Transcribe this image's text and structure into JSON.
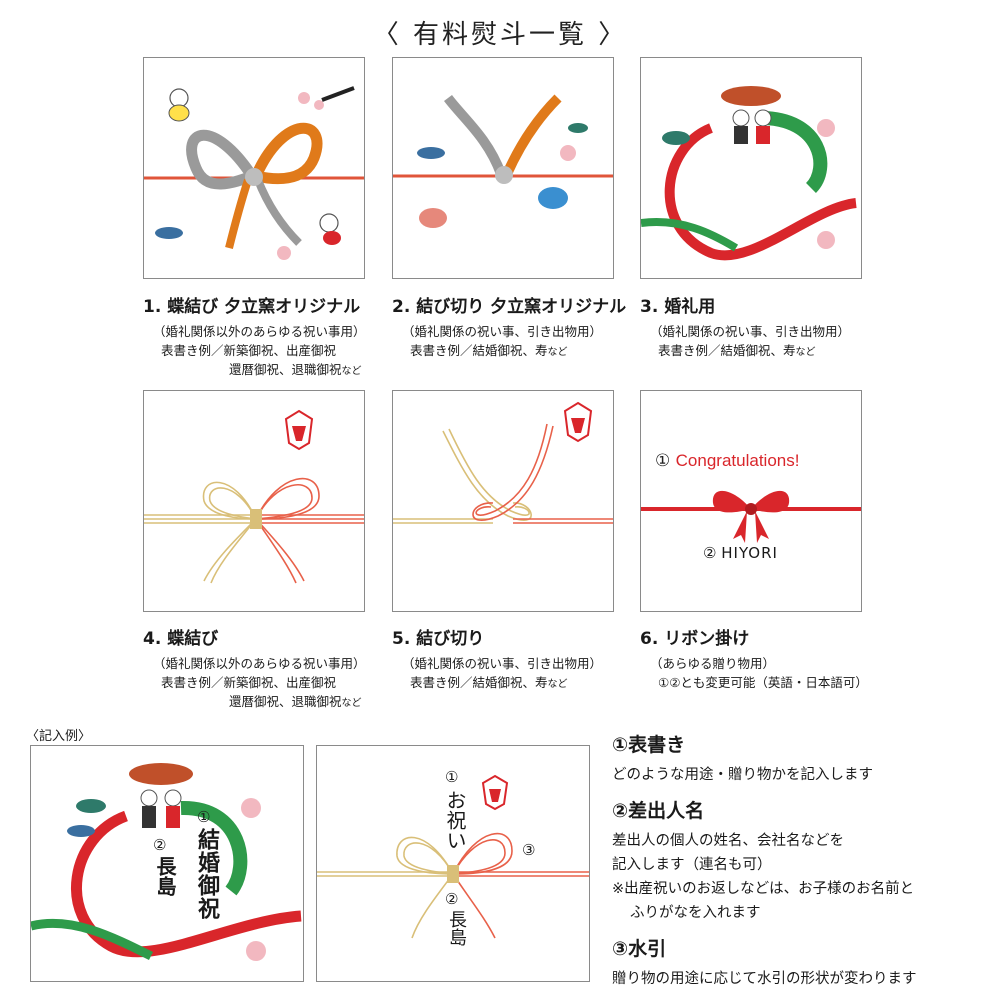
{
  "title": "〈 有料熨斗一覧 〉",
  "items": [
    {
      "name": "1. 蝶結び 夕立窯オリジナル",
      "sub": "（婚礼関係以外のあらゆる祝い事用）",
      "ex1": "表書き例／新築御祝、出産御祝",
      "ex2": "還暦御祝、退職御祝",
      "suffix": "など"
    },
    {
      "name": "2. 結び切り 夕立窯オリジナル",
      "sub": "（婚礼関係の祝い事、引き出物用）",
      "ex1": "表書き例／結婚御祝、寿",
      "suffix": "など"
    },
    {
      "name": "3. 婚礼用",
      "sub": "（婚礼関係の祝い事、引き出物用）",
      "ex1": "表書き例／結婚御祝、寿",
      "suffix": "など"
    },
    {
      "name": "4. 蝶結び",
      "sub": "（婚礼関係以外のあらゆる祝い事用）",
      "ex1": "表書き例／新築御祝、出産御祝",
      "ex2": "還暦御祝、退職御祝",
      "suffix": "など"
    },
    {
      "name": "5. 結び切り",
      "sub": "（婚礼関係の祝い事、引き出物用）",
      "ex1": "表書き例／結婚御祝、寿",
      "suffix": "など"
    },
    {
      "name": "6. リボン掛け",
      "sub": "（あらゆる贈り物用）",
      "ex1": "①②とも変更可能（英語・日本語可）"
    }
  ],
  "ribbon_card": {
    "num1": "①",
    "text1": "Congratulations!",
    "num2": "②",
    "text2": "HIYORI"
  },
  "example_label": "〈記入例〉",
  "example_left": {
    "n1": "①",
    "t1": "結婚御祝",
    "n2": "②",
    "t2": "長島"
  },
  "example_right": {
    "n1": "①",
    "t1": "お祝い",
    "n2": "②",
    "t2": "長島",
    "n3": "③"
  },
  "notes": [
    {
      "heading": "①表書き",
      "lines": [
        "どのような用途・贈り物かを記入します"
      ]
    },
    {
      "heading": "②差出人名",
      "lines": [
        "差出人の個人の姓名、会社名などを",
        "記入します（連名も可）",
        "※出産祝いのお返しなどは、お子様のお名前と",
        "ふりがなを入れます"
      ]
    },
    {
      "heading": "③水引",
      "lines": [
        "贈り物の用途に応じて水引の形状が変わります"
      ]
    }
  ],
  "colors": {
    "red": "#d9262b",
    "orange": "#e07a1a",
    "gold": "#d9bf78",
    "green": "#2e9b4a",
    "frame": "#8a8a8a"
  }
}
